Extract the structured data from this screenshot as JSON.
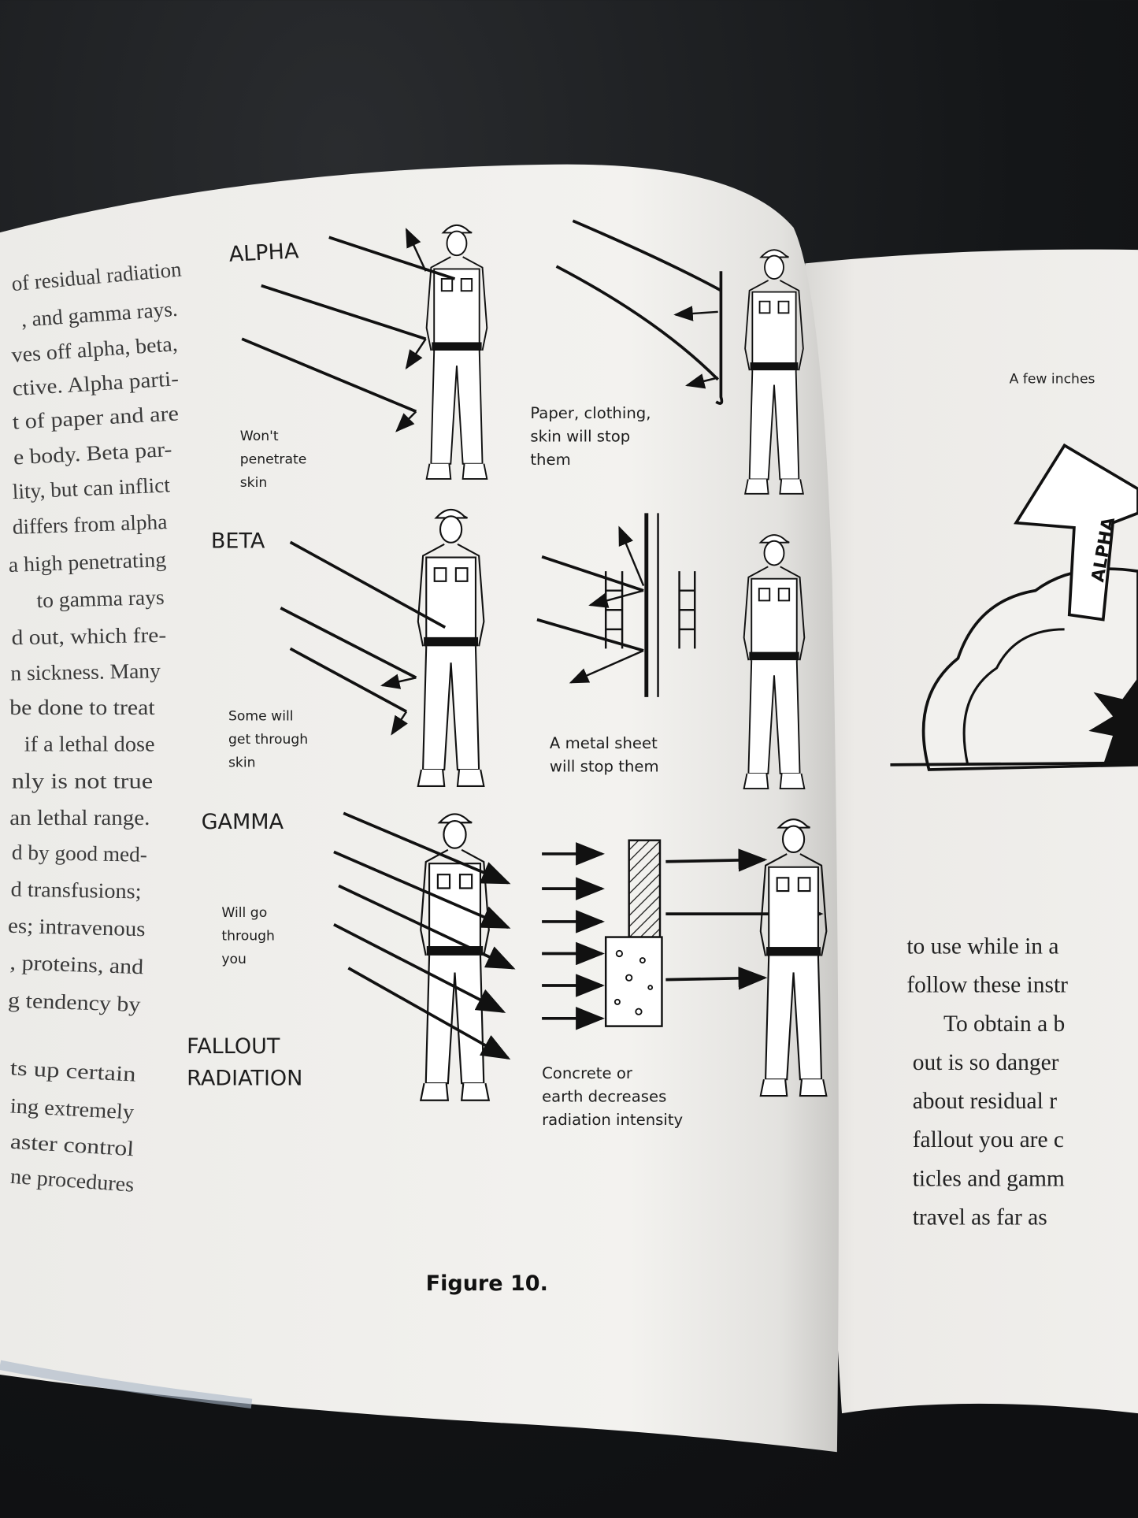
{
  "left_page": {
    "body_lines": [
      "of residual radiation",
      ", and gamma rays.",
      "ves off alpha, beta,",
      "ctive. Alpha parti-",
      "t of paper and are",
      "e body. Beta par-",
      "lity, but can inflict",
      "differs from alpha",
      "a high penetrating",
      "to gamma rays",
      "d out, which fre-",
      "n sickness. Many",
      "be done to treat",
      "if a lethal dose",
      "nly is not true",
      "an lethal range.",
      "d by good med-",
      "d transfusions;",
      "es; intravenous",
      ", proteins, and",
      "g tendency by",
      "ts up certain",
      "ing extremely",
      "aster control",
      "ne procedures"
    ],
    "figure": {
      "alpha_label": "ALPHA",
      "alpha_note": [
        "Won't",
        "penetrate",
        "skin"
      ],
      "alpha_stop": [
        "Paper, clothing,",
        "skin will stop",
        "them"
      ],
      "beta_label": "BETA",
      "beta_note": [
        "Some will",
        "get through",
        "skin"
      ],
      "beta_stop": [
        "A metal sheet",
        "will stop them"
      ],
      "gamma_label": "GAMMA",
      "gamma_note": [
        "Will go",
        "through",
        "you"
      ],
      "fallout_label": [
        "FALLOUT",
        "RADIATION"
      ],
      "fallout_note": [
        "Concrete or",
        "earth decreases",
        "radiation intensity"
      ],
      "caption": "Figure 10."
    }
  },
  "right_page": {
    "figure_label": "A few inches",
    "arrow_label": "ALPHA",
    "body_lines": [
      "to use while in a",
      "follow these instr",
      "To obtain a b",
      "out is so danger",
      "about residual r",
      "fallout you are c",
      "ticles and gamm",
      "travel as far as"
    ]
  }
}
